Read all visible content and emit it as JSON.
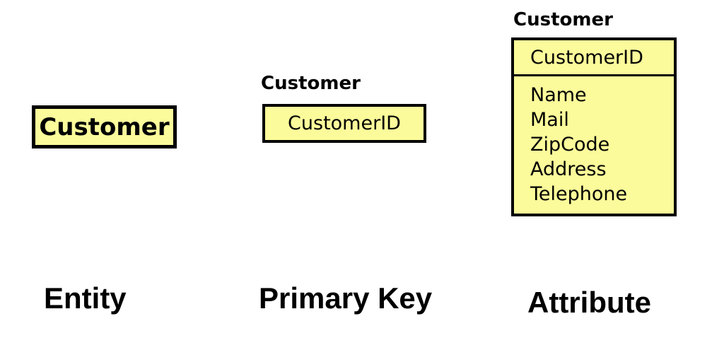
{
  "colors": {
    "background": "#ffffff",
    "box_fill": "#fbfb9b",
    "box_border": "#000000",
    "text": "#000000"
  },
  "entity_example": {
    "box_label": "Customer",
    "caption": "Entity"
  },
  "primary_key_example": {
    "title": "Customer",
    "pk_field": "CustomerID",
    "caption": "Primary Key"
  },
  "attribute_example": {
    "title": "Customer",
    "pk_field": "CustomerID",
    "attributes": [
      "Name",
      "Mail",
      "ZipCode",
      "Address",
      "Telephone"
    ],
    "caption": "Attribute"
  }
}
